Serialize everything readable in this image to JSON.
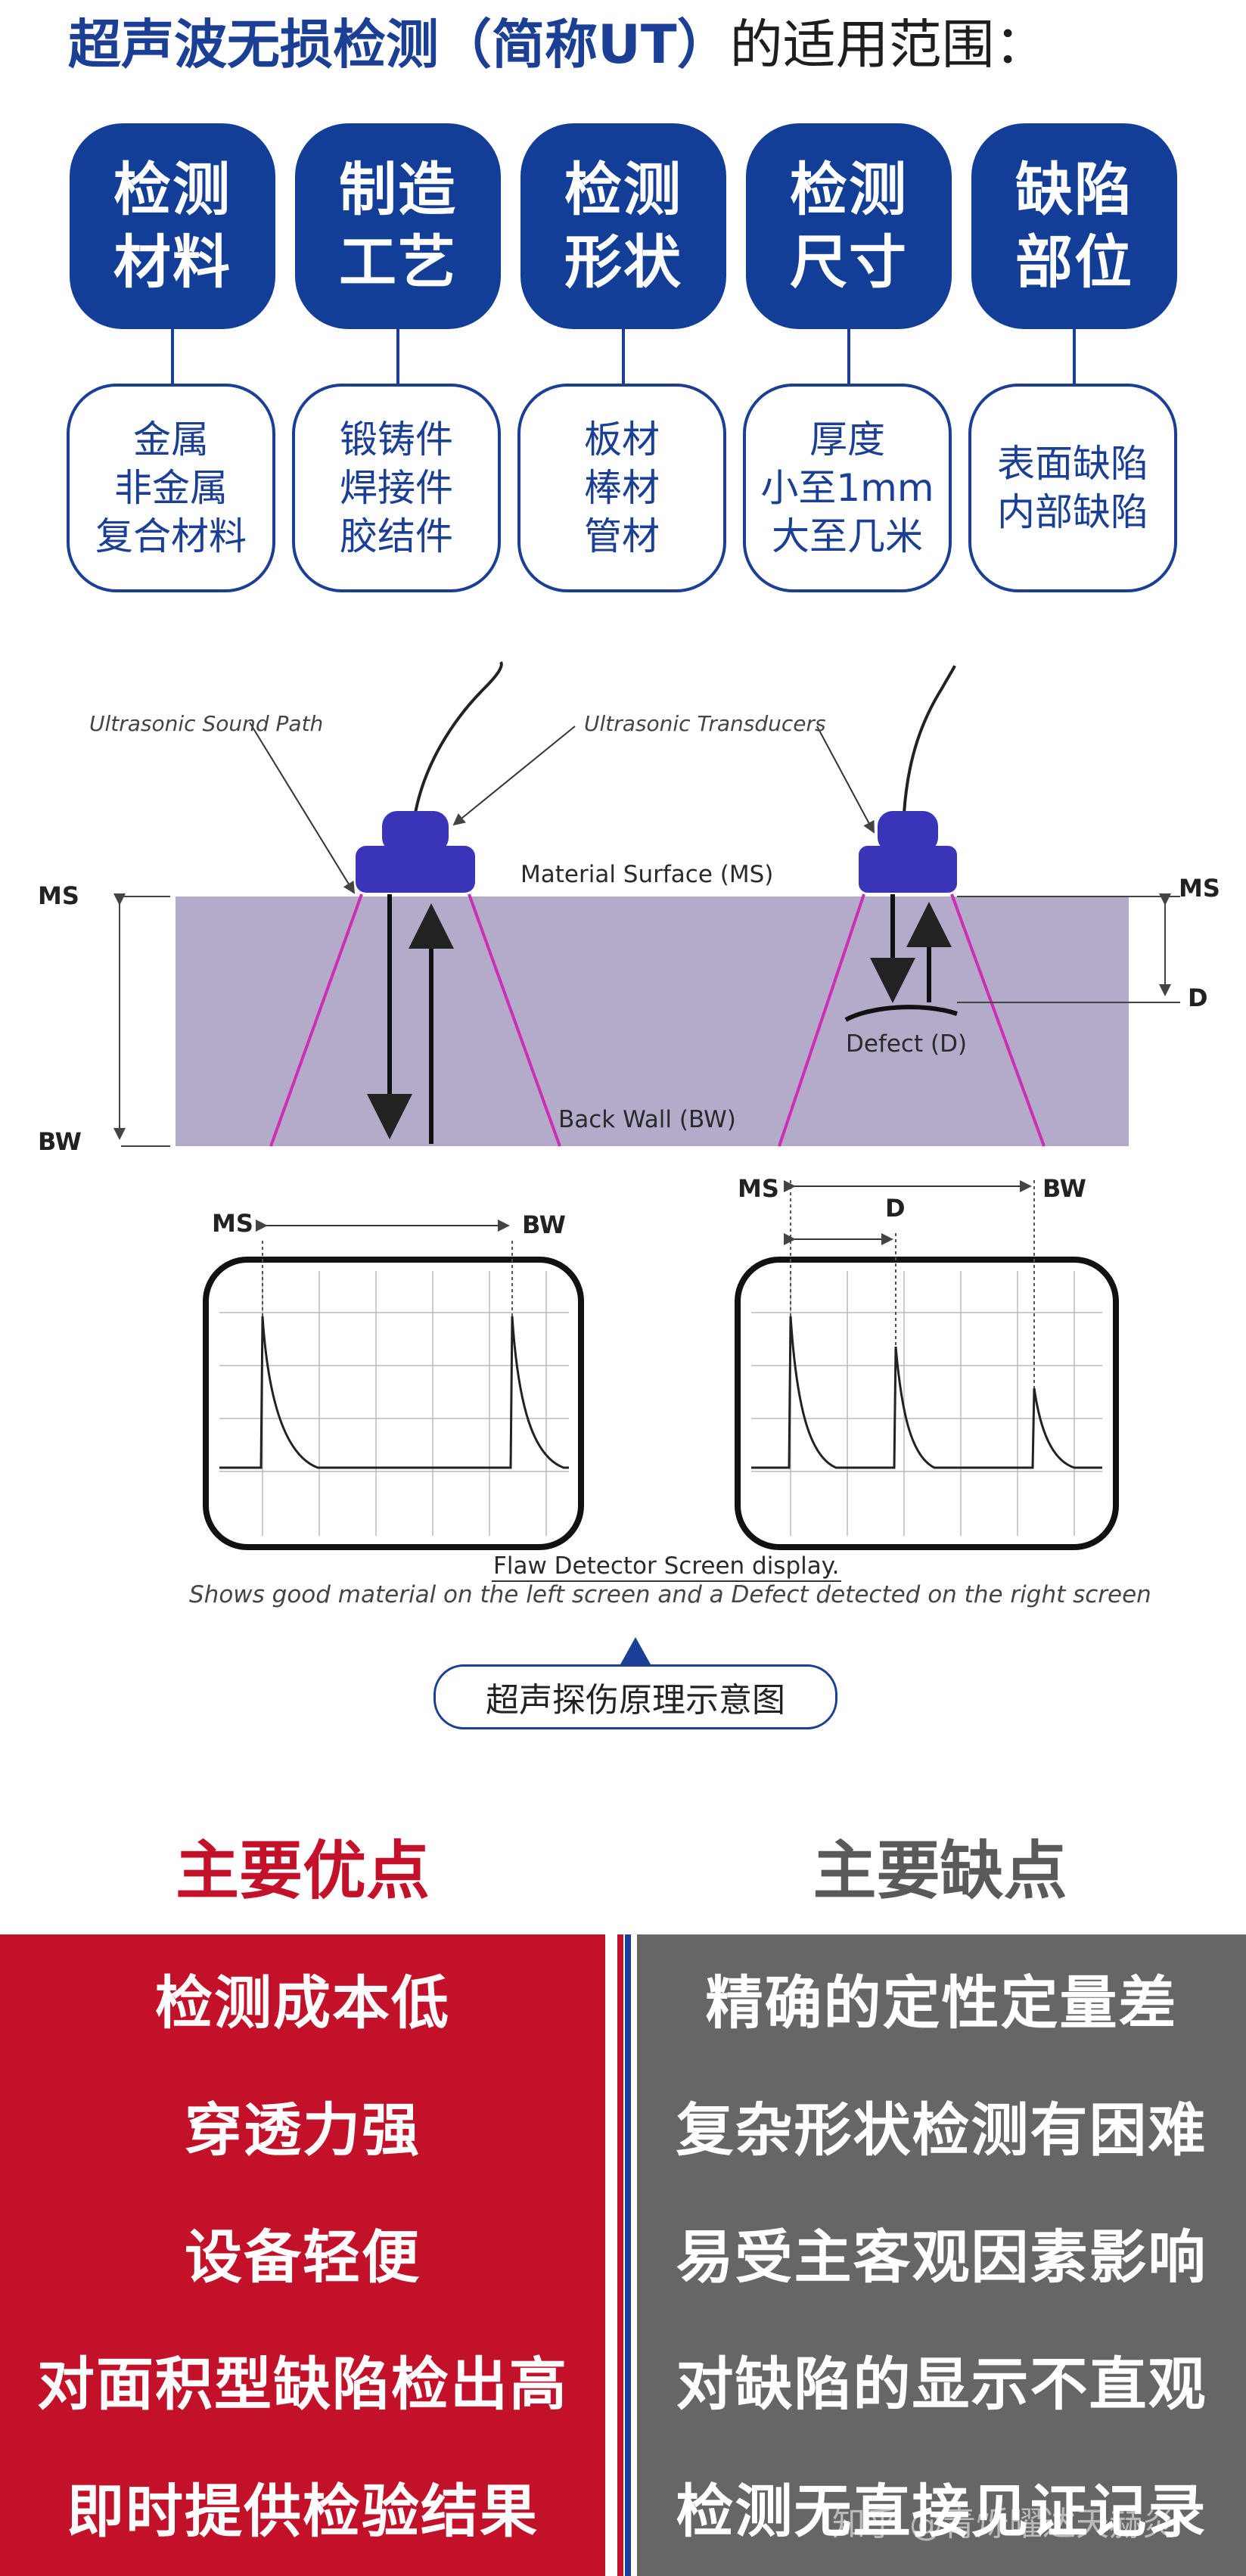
{
  "title": {
    "main": "超声波无损检测（简称UT）",
    "suffix": "的适用范围："
  },
  "categories": [
    {
      "head_l1": "检测",
      "head_l2": "材料",
      "details": [
        "金属",
        "非金属",
        "复合材料"
      ]
    },
    {
      "head_l1": "制造",
      "head_l2": "工艺",
      "details": [
        "锻铸件",
        "焊接件",
        "胶结件"
      ]
    },
    {
      "head_l1": "检测",
      "head_l2": "形状",
      "details": [
        "板材",
        "棒材",
        "管材"
      ]
    },
    {
      "head_l1": "检测",
      "head_l2": "尺寸",
      "details": [
        "厚度",
        "小至1mm",
        "大至几米"
      ]
    },
    {
      "head_l1": "缺陷",
      "head_l2": "部位",
      "details": [
        "表面缺陷",
        "内部缺陷"
      ]
    }
  ],
  "diagram": {
    "sound_path_label": "Ultrasonic Sound Path",
    "transducers_label": "Ultrasonic Transducers",
    "material_surface_label": "Material Surface (MS)",
    "back_wall_label": "Back Wall (BW)",
    "defect_label": "Defect (D)",
    "ms": "MS",
    "bw": "BW",
    "d": "D",
    "screen_title": "Flaw Detector Screen display.",
    "screen_caption": "Shows good material on the left screen and a Defect detected on the right screen"
  },
  "caption": "超声探伤原理示意图",
  "pros": {
    "heading": "主要优点",
    "items": [
      "检测成本低",
      "穿透力强",
      "设备轻便",
      "对面积型缺陷检出高",
      "即时提供检验结果"
    ]
  },
  "cons": {
    "heading": "主要缺点",
    "items": [
      "精确的定性定量差",
      "复杂形状检测有困难",
      "易受主客观因素影响",
      "对缺陷的显示不直观",
      "检测无直接见证记录"
    ]
  },
  "watermark": "知乎 @青烁曜达天赫炎",
  "colors": {
    "brand_blue": "#1b3f95",
    "pros_red": "#c4112a",
    "cons_gray": "#666666",
    "material_fill": "#b4aac9",
    "beam_magenta": "#cc2fb4",
    "transducer_blue": "#3a35b8"
  }
}
